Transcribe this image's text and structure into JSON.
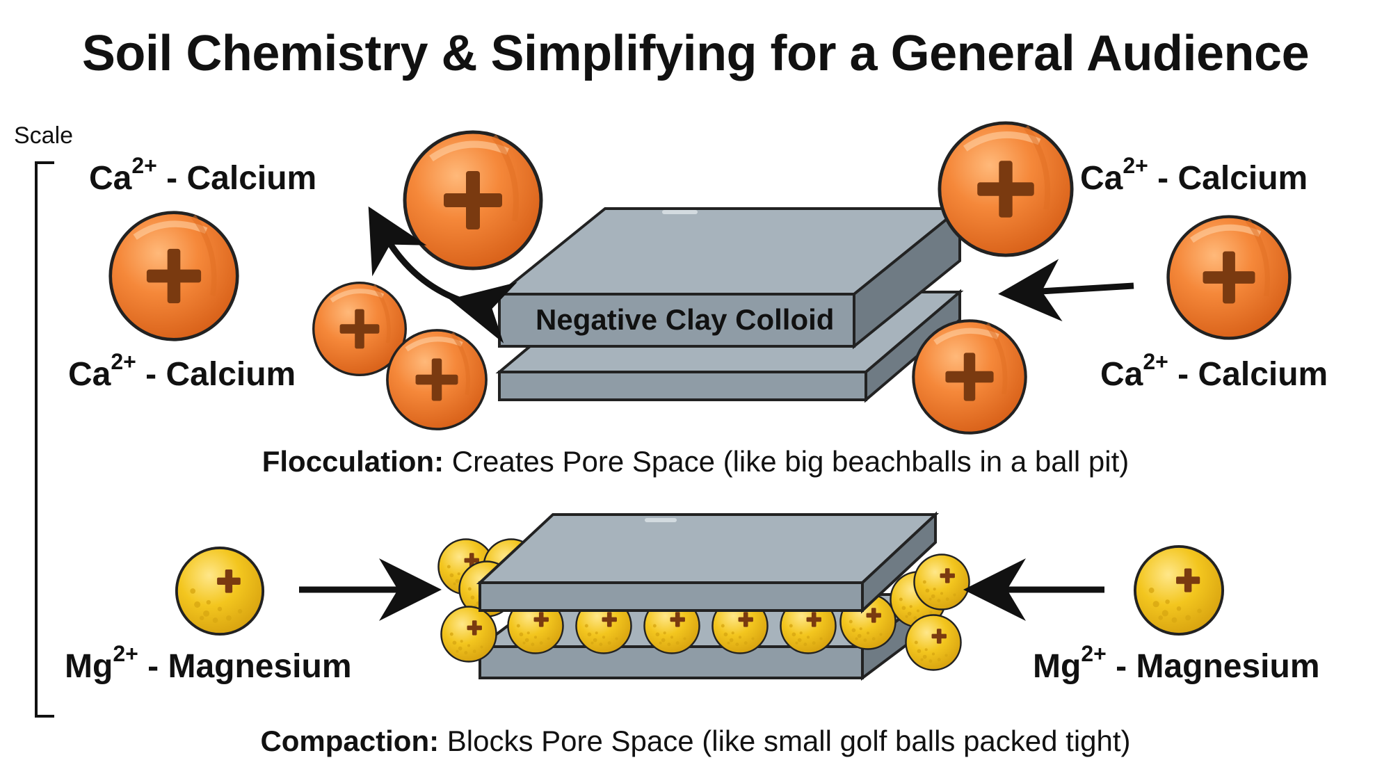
{
  "title": "Soil Chemistry & Simplifying for a General Audience",
  "scale_label": "Scale",
  "calcium": {
    "symbol": "Ca",
    "charge": "2+",
    "name": " - Calcium"
  },
  "magnesium": {
    "symbol": "Mg",
    "charge": "2+",
    "name": " - Magnesium"
  },
  "colloid_label": "Negative Clay Colloid",
  "flocculation": {
    "term": "Flocculation:",
    "text": " Creates Pore Space (like big beachballs in a ball pit)"
  },
  "compaction": {
    "term": "Compaction:",
    "text": " Blocks Pore Space (like small golf balls packed tight)"
  },
  "colors": {
    "calcium_ball": "#f07d2a",
    "magnesium_ball": "#f2c41c",
    "clay": "#8f9ca6",
    "clay_top": "#a7b3bc",
    "clay_side": "#6f7b84",
    "plus_dark": "#7a3a10"
  }
}
